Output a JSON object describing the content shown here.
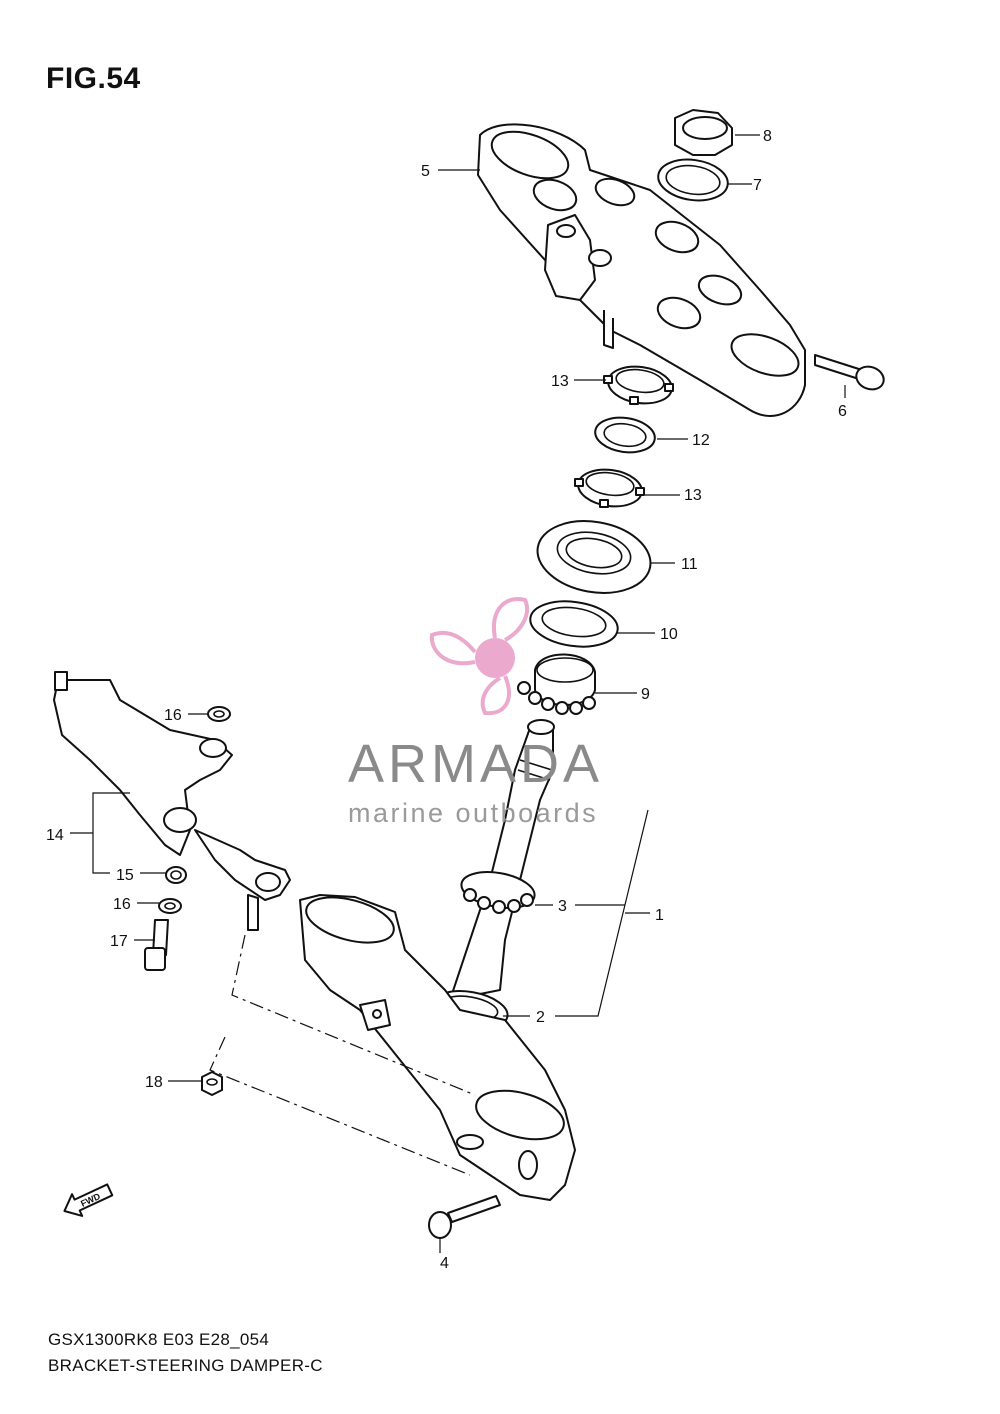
{
  "figure_title": "FIG.54",
  "footer": {
    "line1": "GSX1300RK8 E03 E28_054",
    "line2": "BRACKET-STEERING DAMPER-C"
  },
  "watermark": {
    "brand": "ARMADA",
    "tagline": "marine outboards",
    "logo_color": "#e8a0c8"
  },
  "fwd_label": "FWD",
  "callouts": {
    "c1": "1",
    "c2": "2",
    "c3": "3",
    "c4": "4",
    "c5": "5",
    "c6": "6",
    "c7": "7",
    "c8": "8",
    "c9": "9",
    "c10": "10",
    "c11": "11",
    "c12": "12",
    "c13a": "13",
    "c13b": "13",
    "c14": "14",
    "c15": "15",
    "c16a": "16",
    "c16b": "16",
    "c17": "17",
    "c18": "18"
  }
}
